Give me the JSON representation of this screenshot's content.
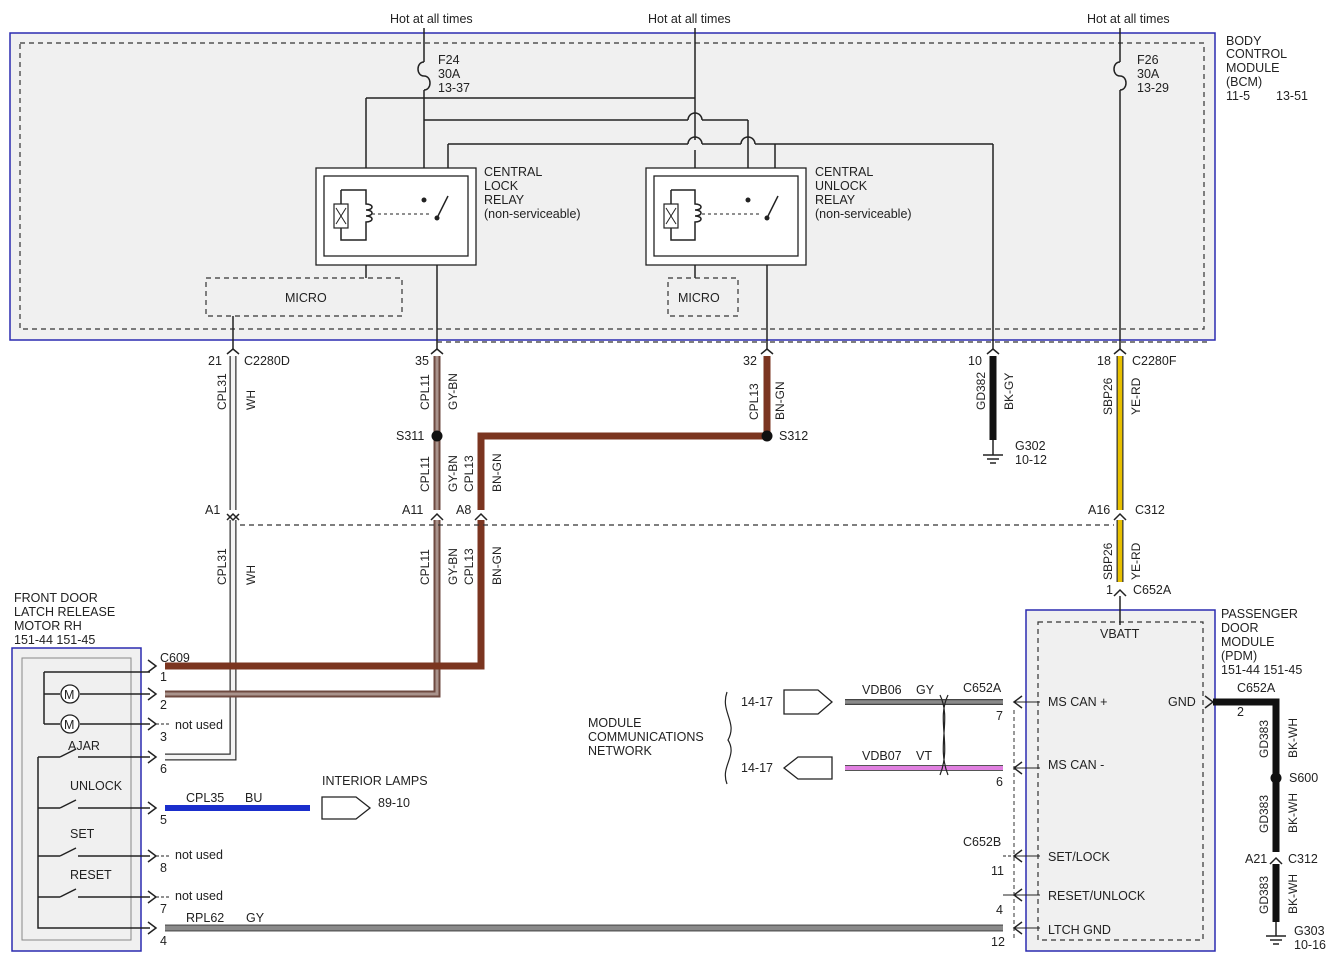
{
  "colors": {
    "module_border": "#2b2bb0",
    "module_fill": "#f0f0f0",
    "wire_bn_gn": "#7b3520",
    "wire_gy_bn": "#8a6a60",
    "wire_bk_gy": "#111111",
    "wire_ye_rd": "#e8c000",
    "wire_bu": "#1a2ecc",
    "wire_gy": "#8a8a8a",
    "wire_vt": "#e080e0",
    "wire_wh": "#f4f4f4"
  },
  "hot": {
    "label": "Hot at all times"
  },
  "bcm": {
    "title_lines": [
      "BODY",
      "CONTROL",
      "MODULE",
      "(BCM)"
    ],
    "ref_a": "11-5",
    "ref_b": "13-51",
    "fuse_f24": {
      "lines": [
        "F24",
        "30A",
        "13-37"
      ],
      "icon": "fuse-icon"
    },
    "fuse_f26": {
      "lines": [
        "F26",
        "30A",
        "13-29"
      ],
      "icon": "fuse-icon"
    },
    "lock_relay": {
      "lines": [
        "CENTRAL",
        "LOCK",
        "RELAY",
        "(non-serviceable)"
      ],
      "icon": "relay-coil-icon"
    },
    "unlock_relay": {
      "lines": [
        "CENTRAL",
        "UNLOCK",
        "RELAY",
        "(non-serviceable)"
      ],
      "icon": "relay-coil-icon"
    },
    "micro_left": "MICRO",
    "micro_right": "MICRO",
    "pins": {
      "p21": "21",
      "p35": "35",
      "p32": "32",
      "p10": "10",
      "p18": "18",
      "conn_d": "C2280D",
      "conn_f": "C2280F"
    }
  },
  "wires": {
    "cpl31": "CPL31",
    "wh": "WH",
    "cpl11": "CPL11",
    "gy_bn": "GY-BN",
    "cpl13": "CPL13",
    "bn_gn": "BN-GN",
    "gd382": "GD382",
    "bk_gy": "BK-GY",
    "sbp26": "SBP26",
    "ye_rd": "YE-RD",
    "gd383": "GD383",
    "bk_wh": "BK-WH",
    "cpl35": "CPL35",
    "bu": "BU",
    "rpl62": "RPL62",
    "gy": "GY",
    "vdb06": "VDB06",
    "gy2": "GY",
    "vdb07": "VDB07",
    "vt": "VT"
  },
  "splices": {
    "s311": "S311",
    "s312": "S312",
    "s600": "S600"
  },
  "grounds": {
    "g302": {
      "name": "G302",
      "ref": "10-12",
      "icon": "ground-icon"
    },
    "g303": {
      "name": "G303",
      "ref": "10-16",
      "icon": "ground-icon"
    }
  },
  "c312": {
    "a1": "A1",
    "a11": "A11",
    "a8": "A8",
    "a16": "A16",
    "name": "C312",
    "a21": "A21"
  },
  "latch": {
    "title_lines": [
      "FRONT DOOR",
      "LATCH RELEASE",
      "MOTOR RH"
    ],
    "refs": "151-44  151-45",
    "connector": "C609",
    "pin1": "1",
    "pin2": "2",
    "pin3": "3",
    "pin6": "6",
    "pin5": "5",
    "pin8": "8",
    "pin7": "7",
    "pin4": "4",
    "not_used": "not used",
    "switch_ajar": "AJAR",
    "switch_unlock": "UNLOCK",
    "switch_set": "SET",
    "switch_reset": "RESET",
    "motor_icon": "motor-icon",
    "switch_icon": "switch-icon"
  },
  "lamps": {
    "label": "INTERIOR LAMPS",
    "ref": "89-10",
    "icon": "connector-arrow-icon"
  },
  "network": {
    "lines": [
      "MODULE",
      "COMMUNICATIONS",
      "NETWORK"
    ],
    "ref_top": "14-17",
    "ref_bottom": "14-17"
  },
  "pdm": {
    "title_lines": [
      "PASSENGER",
      "DOOR",
      "MODULE",
      "(PDM)"
    ],
    "refs": "151-44  151-45",
    "vbatt": "VBATT",
    "ms_can_plus": "MS CAN +",
    "ms_can_minus": "MS CAN -",
    "gnd": "GND",
    "set_lock": "SET/LOCK",
    "reset_unlock": "RESET/UNLOCK",
    "ltch_gnd": "LTCH GND",
    "conn_c652a": "C652A",
    "conn_c652b": "C652B",
    "conn_c652a_top": "C652A",
    "conn_c652a_right": "C652A",
    "pin1": "1",
    "pin7": "7",
    "pin6": "6",
    "pin2": "2",
    "pin11": "11",
    "pin4": "4",
    "pin12": "12"
  }
}
